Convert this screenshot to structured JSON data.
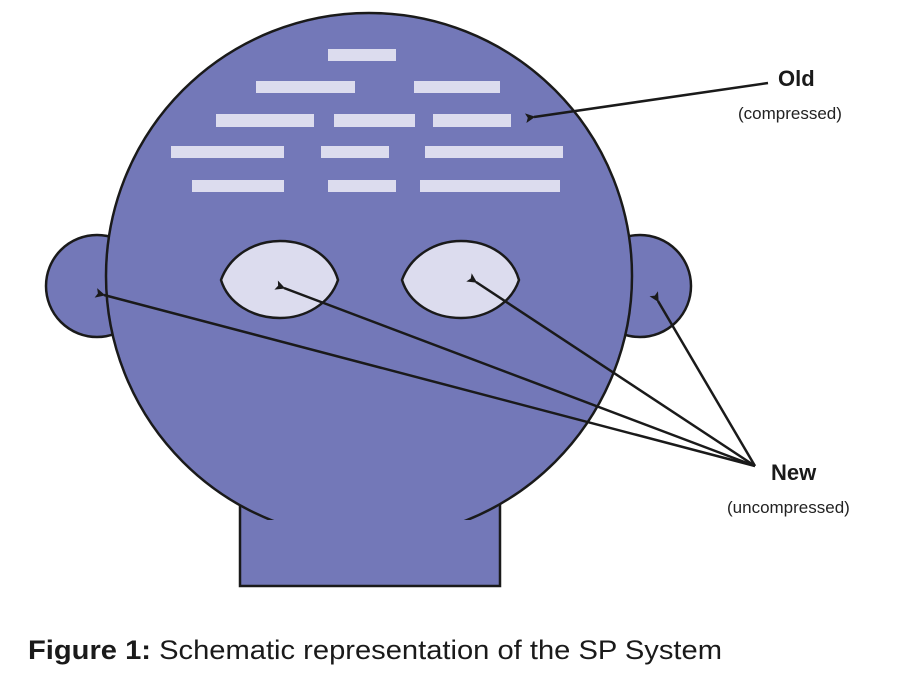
{
  "colors": {
    "head": "#7378b8",
    "light": "#dcdcee",
    "stroke": "#1a1a1a"
  },
  "labels": {
    "old": "Old",
    "old_sub": "(compressed)",
    "new": "New",
    "new_sub": "(uncompressed)"
  },
  "caption": {
    "prefix": "Figure 1:",
    "text": " Schematic representation of the SP System"
  }
}
